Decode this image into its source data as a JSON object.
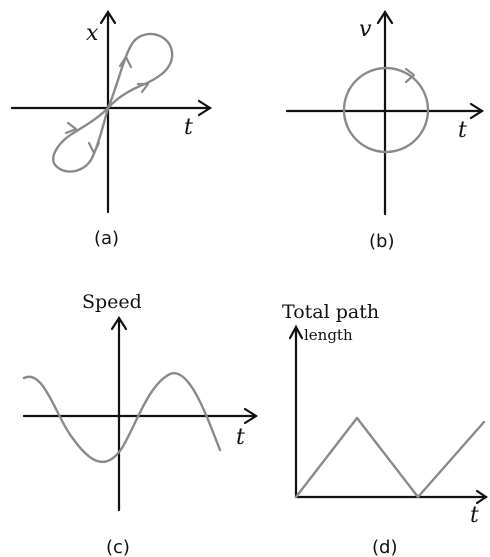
{
  "panels": {
    "a": {
      "caption": "(a)",
      "y_label": "x",
      "x_label": "t"
    },
    "b": {
      "caption": "(b)",
      "y_label": "v",
      "x_label": "t"
    },
    "c": {
      "caption": "(c)",
      "y_label": "Speed",
      "x_label": "t"
    },
    "d": {
      "caption": "(d)",
      "y_label_line1": "Total path",
      "y_label_line2": "length",
      "x_label": "t"
    }
  },
  "colors": {
    "axis": "#111111",
    "curve": "#8a8a8a"
  }
}
